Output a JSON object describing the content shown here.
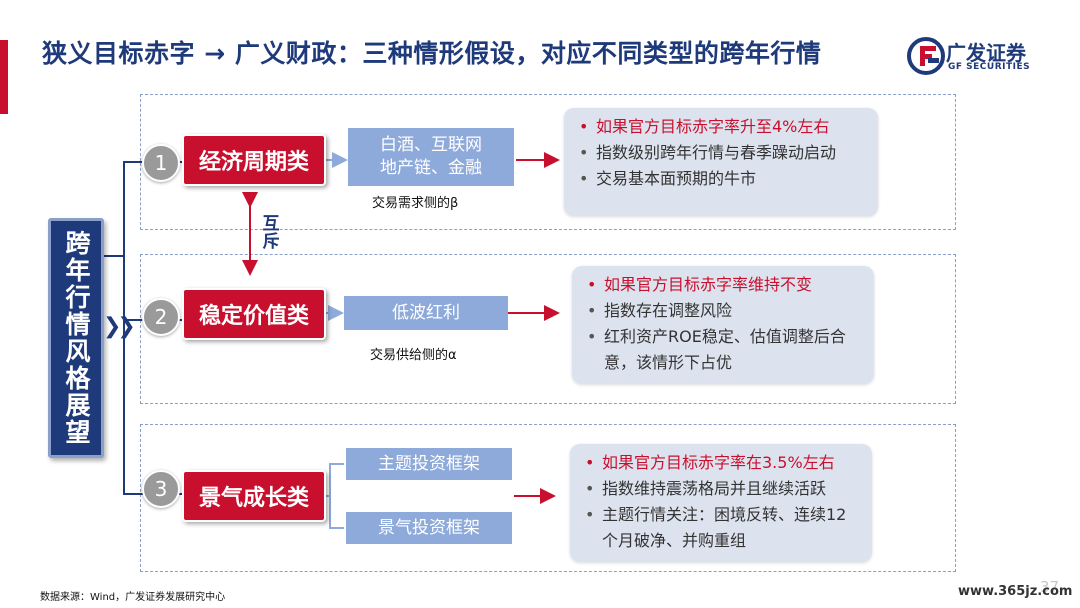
{
  "title": "狭义目标赤字 → 广义财政：三种情形假设，对应不同类型的跨年行情",
  "logo": {
    "cn": "广发证券",
    "en": "GF SECURITIES"
  },
  "vertical_label": "跨年行情风格展望",
  "mutual_label": "互斥",
  "scenarios": [
    {
      "num": "1",
      "name": "经济周期类",
      "sectors": [
        "白酒、互联网",
        "地产链、金融"
      ],
      "caption": "交易需求侧的β",
      "bullets": [
        "如果官方目标赤字率升至4%左右",
        "指数级别跨年行情与春季躁动启动",
        "交易基本面预期的牛市"
      ]
    },
    {
      "num": "2",
      "name": "稳定价值类",
      "sectors": [
        "低波红利"
      ],
      "caption": "交易供给侧的α",
      "bullets": [
        "如果官方目标赤字率维持不变",
        "指数存在调整风险",
        "红利资产ROE稳定、估值调整后合意，该情形下占优"
      ]
    },
    {
      "num": "3",
      "name": "景气成长类",
      "sectors": [
        "主题投资框架",
        "景气投资框架"
      ],
      "bullets": [
        "如果官方目标赤字率在3.5%左右",
        "指数维持震荡格局并且继续活跃",
        "主题行情关注：困境反转、连续12个月破净、并购重组"
      ]
    }
  ],
  "source": "数据来源：Wind，广发证券发展研究中心",
  "page_number": "37",
  "watermark": "www.365jz.com",
  "colors": {
    "navy": "#1f3a7a",
    "red": "#c8102e",
    "light_blue": "#8eaadb",
    "gray_box": "#dde3ee",
    "circle": "#9a9a9a"
  }
}
